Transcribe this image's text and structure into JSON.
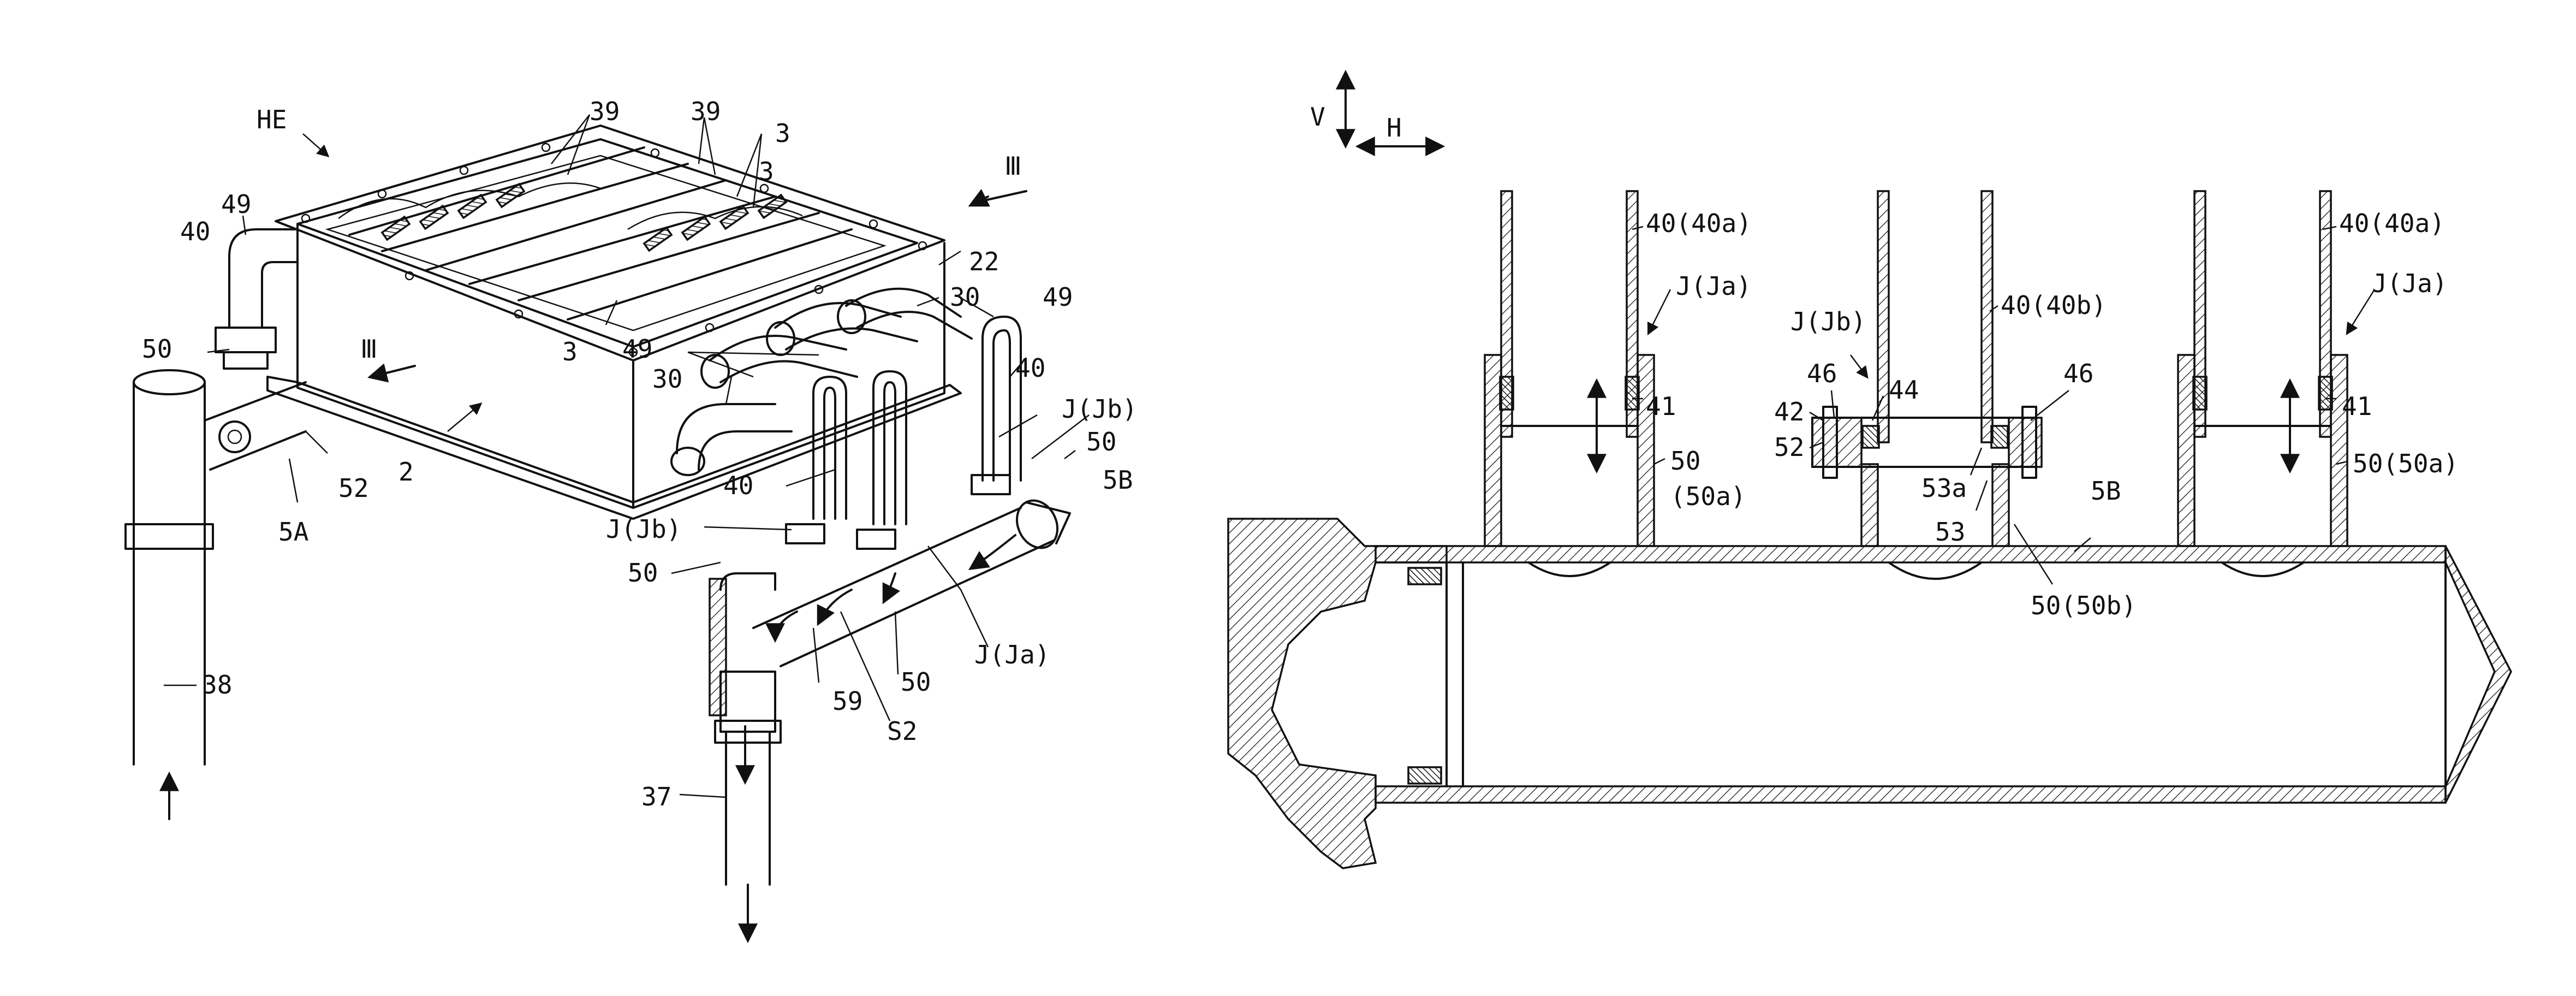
{
  "figures": {
    "left": {
      "labels": {
        "he": "HE",
        "l39a": "39",
        "l39b": "39",
        "l3a": "3",
        "l3b": "3",
        "l3c": "3",
        "iiiTop": "Ⅲ",
        "iiiMid": "Ⅲ",
        "l22": "22",
        "l49a": "49",
        "l40a": "40",
        "l30a": "30",
        "l49b": "49",
        "l49c": "49",
        "l30b": "30",
        "l50a": "50",
        "l40b": "40",
        "jjbA": "J(Jb)",
        "l50b": "50",
        "l5b": "5B",
        "l40c": "40",
        "l52": "52",
        "l2": "2",
        "l5a": "5A",
        "jjbB": "J(Jb)",
        "l50c": "50",
        "l38": "38",
        "l59": "59",
        "l50d": "50",
        "jja": "J(Ja)",
        "s2": "S2",
        "l37": "37"
      }
    },
    "right": {
      "labels": {
        "v": "V",
        "h": "H",
        "p40aL": "40(40a)",
        "p40aR": "40(40a)",
        "jjaL": "J(Ja)",
        "jjaR": "J(Ja)",
        "jjb": "J(Jb)",
        "p40b": "40(40b)",
        "l46a": "46",
        "l46b": "46",
        "l44": "44",
        "l41L": "41",
        "l41R": "41",
        "l42": "42",
        "l52": "52",
        "p50L": "50",
        "p50aL": "(50a)",
        "p50aR": "50(50a)",
        "l53a": "53a",
        "l53": "53",
        "l5b": "5B",
        "p50b": "50(50b)"
      }
    }
  }
}
